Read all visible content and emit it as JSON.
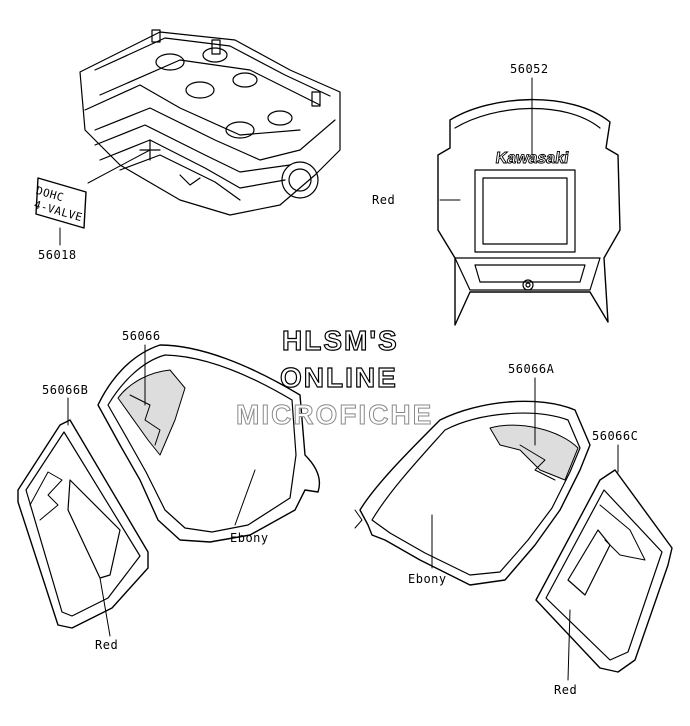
{
  "watermark": {
    "line1": "HLSM'S",
    "line2": "ONLINE",
    "line3": "MICROFICHE"
  },
  "parts": {
    "head_part_no": "56018",
    "head_label_line1": "DOHC",
    "head_label_line2": "4-VALVE",
    "cowl_part_no": "56052",
    "cowl_color": "Red",
    "cowl_logo": "Kawasaki",
    "left_shroud_part_no": "56066",
    "left_shroud_color": "Ebony",
    "left_panel_part_no": "56066B",
    "left_panel_color": "Red",
    "right_shroud_part_no": "56066A",
    "right_shroud_color": "Ebony",
    "right_panel_part_no": "56066C",
    "right_panel_color": "Red"
  }
}
